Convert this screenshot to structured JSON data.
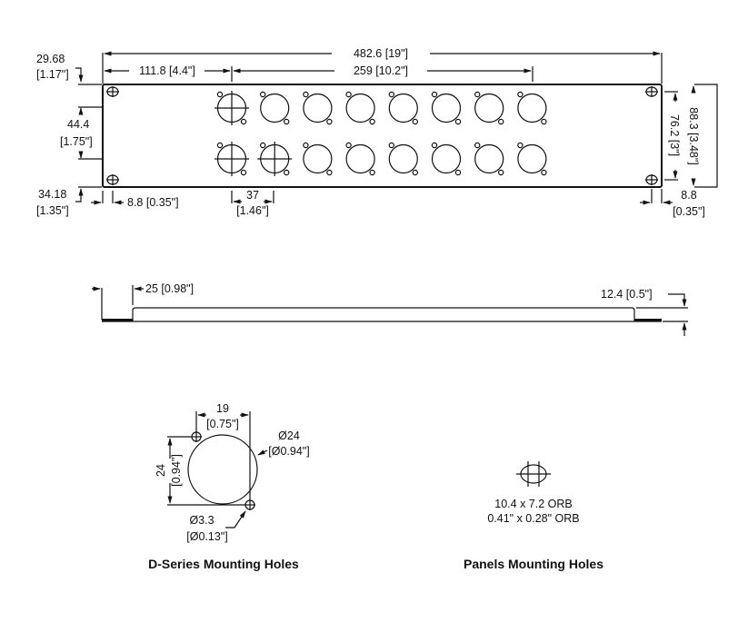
{
  "front_view": {
    "overall_width": "482.6 [19\"]",
    "left_offset": "111.8 [4.4\"]",
    "connector_span": "259 [10.2\"]",
    "top_hole_offset_mm": "29.68",
    "top_hole_offset_in": "[1.17\"]",
    "hole_spacing_mm": "44.4",
    "hole_spacing_in": "[1.75\"]",
    "bottom_hole_offset_mm": "34.18",
    "bottom_hole_offset_in": "[1.35\"]",
    "left_hole_inset": "8.8 [0.35\"]",
    "connector_pitch_mm": "37",
    "connector_pitch_in": "[1.46\"]",
    "right_hole_inset_mm": "8.8",
    "right_hole_inset_in": "[0.35\"]",
    "hole_vertical_spacing": "76.2 [3\"]",
    "panel_height": "88.3 [3.48\"]",
    "connectors_per_row": 8,
    "rows": 2
  },
  "side_view": {
    "depth": "25 [0.98\"]",
    "flange": "12.4 [0.5\"]"
  },
  "d_series": {
    "hole_spacing_mm": "19",
    "hole_spacing_in": "[0.75\"]",
    "diameter_mm": "Ø24",
    "diameter_in": "[Ø0.94\"]",
    "height_mm": "24",
    "height_in": "[0.94\"]",
    "screw_mm": "Ø3.3",
    "screw_in": "[Ø0.13\"]",
    "title": "D-Series Mounting Holes"
  },
  "panel_holes": {
    "size_mm": "10.4 x 7.2 ORB",
    "size_in": "0.41\" x 0.28\" ORB",
    "title": "Panels Mounting Holes"
  }
}
